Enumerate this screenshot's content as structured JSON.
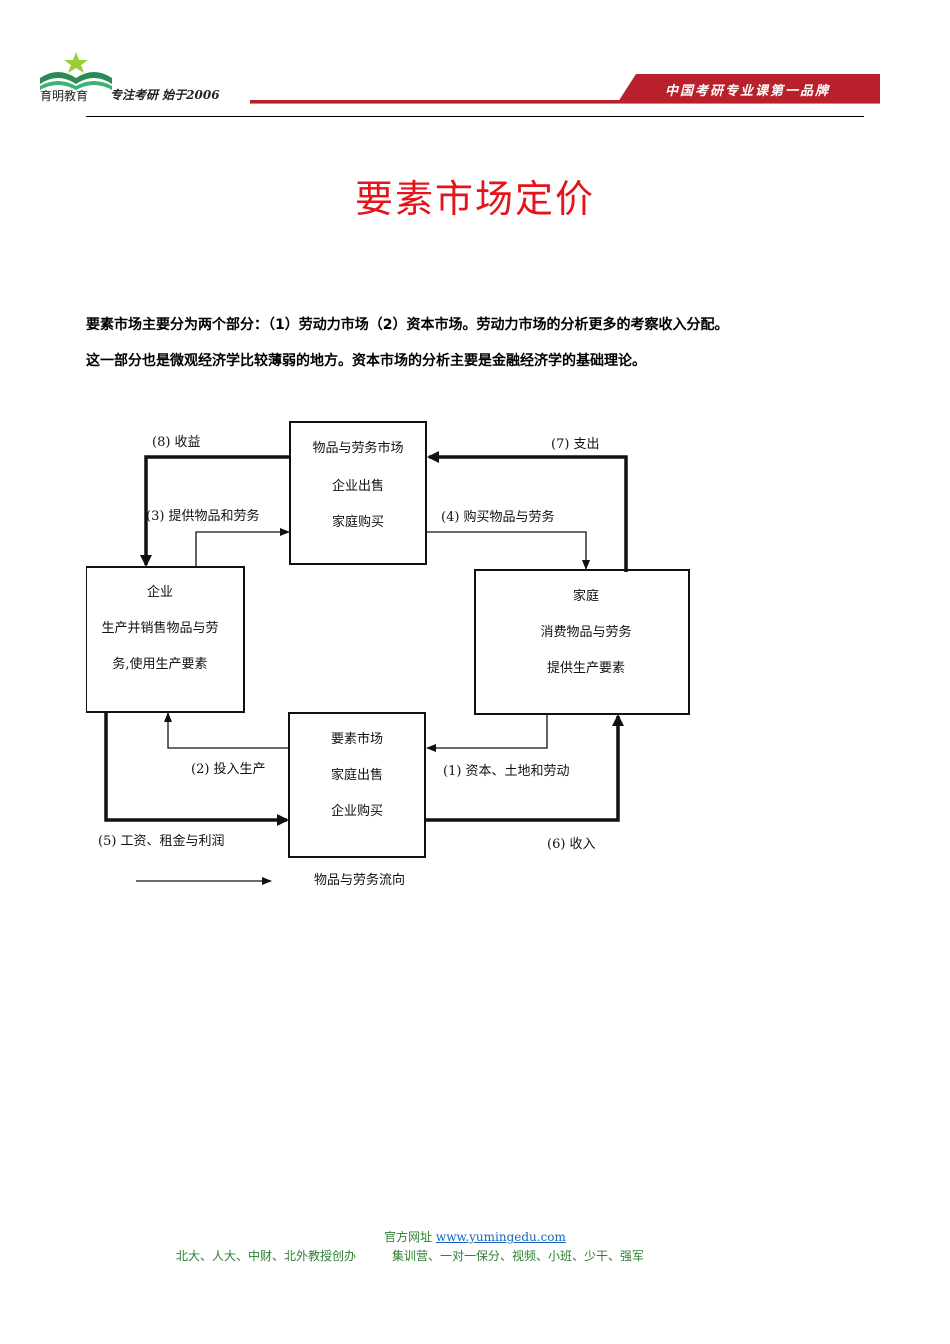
{
  "header": {
    "logo_name": "育明教育",
    "slogan": "专注考研 始于2006",
    "brand": "中国考研专业课第一品牌",
    "accent_color": "#b8202c"
  },
  "title": "要素市场定价",
  "paragraphs": [
    "要素市场主要分为两个部分：（1）劳动力市场（2）资本市场。劳动力市场的分析更多的考察收入分配。",
    "这一部分也是微观经济学比较薄弱的地方。资本市场的分析主要是金融经济学的基础理论。"
  ],
  "diagram": {
    "goods_market": [
      "物品与劳务市场",
      "企业出售",
      "家庭购买"
    ],
    "firms": [
      "企业",
      "生产并销售物品与劳",
      "务,使用生产要素"
    ],
    "households": [
      "家庭",
      "消费物品与劳务",
      "提供生产要素"
    ],
    "factor_market": [
      "要素市场",
      "家庭出售",
      "企业购买"
    ],
    "flows": {
      "f8": "(8) 收益",
      "f7": "(7)  支出",
      "f3": "(3) 提供物品和劳务",
      "f4": "(4)  购买物品与劳务",
      "f2": "(2) 投入生产",
      "f1": "(1) 资本、土地和劳动",
      "f5": "(5) 工资、租金与利润",
      "f6": "(6)  收入"
    },
    "legend_label": "物品与劳务流向"
  },
  "footer": {
    "site_label": "官方网址",
    "url": "www.yumingedu.com",
    "founders": "北大、人大、中财、北外教授创办",
    "programs": "集训营、一对一保分、视频、小班、少干、强军"
  }
}
